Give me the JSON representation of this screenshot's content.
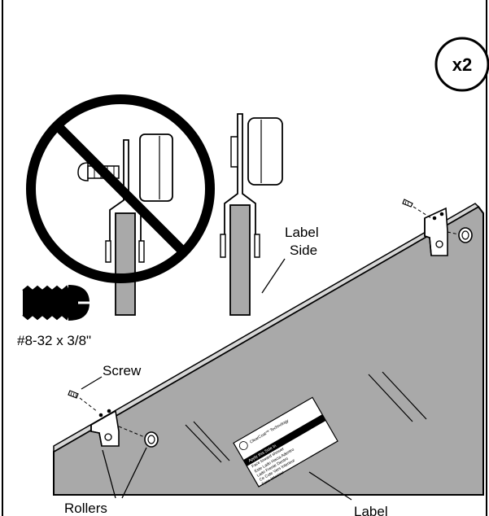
{
  "quantity": {
    "text": "x2"
  },
  "labels": {
    "label_side_line1": "Label",
    "label_side_line2": "Side",
    "screw_size": "#8-32 x 3/8\"",
    "screw": "Screw",
    "rollers": "Rollers",
    "label": "Label"
  },
  "product_label": {
    "brand": "ClearCoat™ Technology",
    "line1": "Apply this Side In",
    "line2": "Face toward shower",
    "line3": "Este Lado Hacia Adentro",
    "line4": "Lado Frente Dentro",
    "line5": "Ce Cote Vers Interieur",
    "line6": "Face Interieur"
  },
  "colors": {
    "panel": "#a8a8a8",
    "line": "#000000",
    "background": "#ffffff"
  }
}
